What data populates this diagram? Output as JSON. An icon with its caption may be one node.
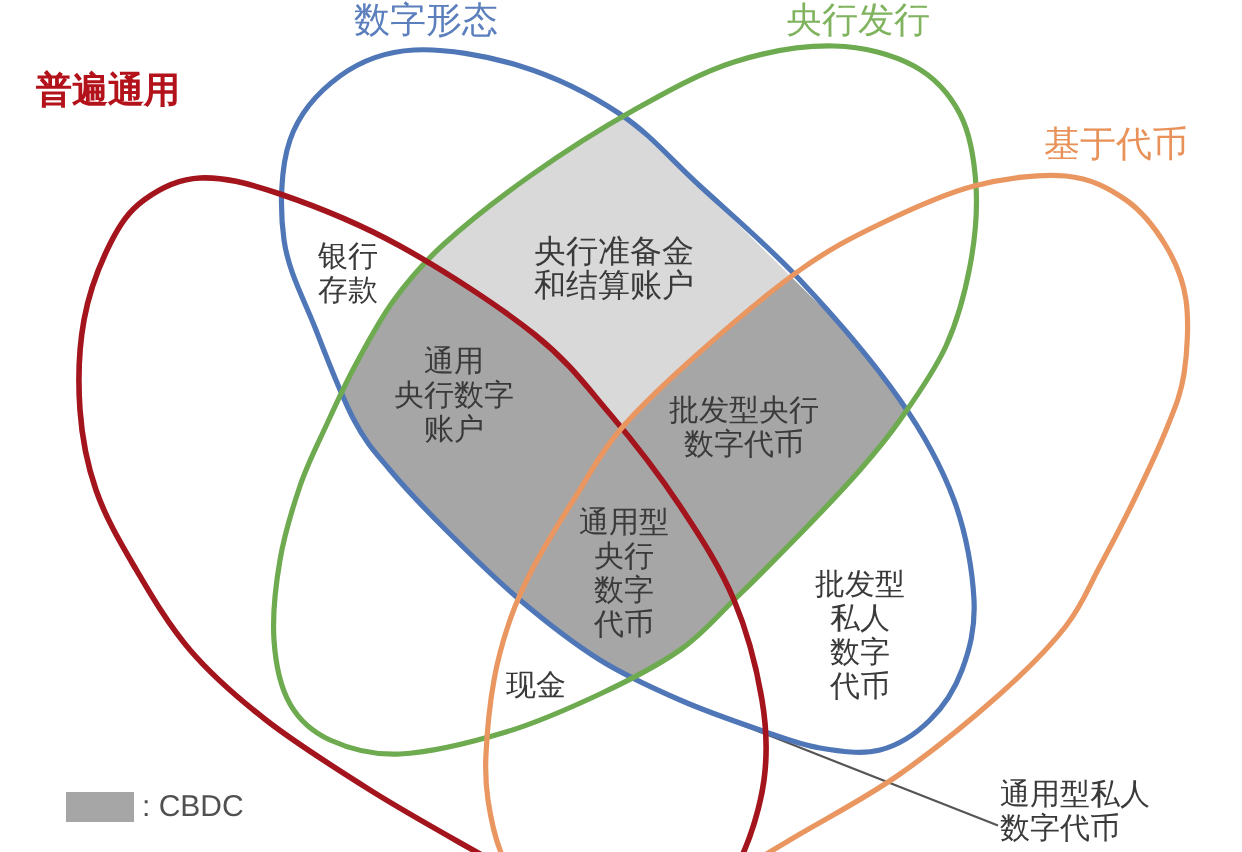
{
  "diagram": {
    "nodes": [
      {
        "text": [
          "数字形态"
        ]
      },
      {
        "text": [
          "央行发行"
        ]
      },
      {
        "text": [
          "普遍通用"
        ]
      },
      {
        "text": [
          "基于代币"
        ]
      },
      {
        "text": [
          "通用型私人数字代币"
        ]
      }
    ],
    "edges": [
      {
        "from": 4,
        "to": 0,
        "arrow": "none"
      }
    ],
    "labels": [
      "银行存款",
      "央行准备金和结算账户",
      "通用央行数字账户",
      "批发型央行数字代币",
      "通用型央行数字代币",
      "批发型私人数字代币",
      "现金"
    ],
    "legend": [
      {
        "text": ": CBDC",
        "color": "#a6a6a6"
      }
    ]
  }
}
